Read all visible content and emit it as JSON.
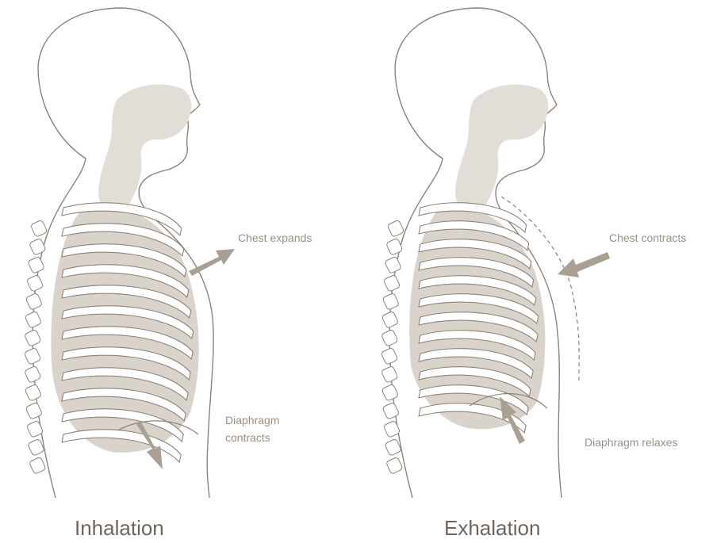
{
  "diagram": {
    "panels": [
      {
        "id": "inhalation",
        "title": "Inhalation",
        "chest_label": "Chest expands",
        "diaphragm_label_lines": [
          "Diaphragm",
          "contracts"
        ]
      },
      {
        "id": "exhalation",
        "title": "Exhalation",
        "chest_label": "Chest contracts",
        "diaphragm_label_lines": [
          "Diaphragm relaxes"
        ]
      }
    ],
    "colors": {
      "outline": "#8c8278",
      "airway_fill": "#e2ddd6",
      "lung_fill": "#d9d3cb",
      "rib_fill": "#ffffff",
      "arrow": "#a99f93",
      "text": "#9a8f83",
      "title_text": "#6e665e"
    }
  }
}
